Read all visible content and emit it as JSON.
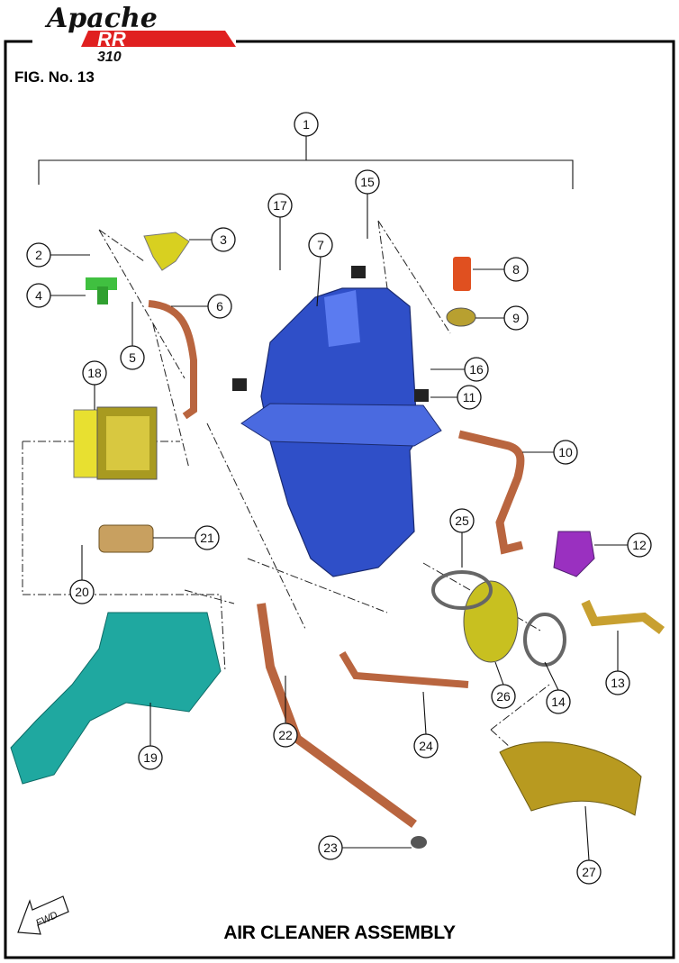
{
  "logo": {
    "brand": "Apache",
    "model": "RR",
    "number": "310"
  },
  "figure_label": "FIG. No. 13",
  "title": "AIR CLEANER ASSEMBLY",
  "fwd_label": "FWD",
  "callouts": [
    "1",
    "2",
    "3",
    "4",
    "5",
    "6",
    "7",
    "8",
    "9",
    "10",
    "11",
    "12",
    "13",
    "14",
    "15",
    "16",
    "17",
    "18",
    "19",
    "20",
    "21",
    "22",
    "23",
    "24",
    "25",
    "26",
    "27"
  ],
  "colors": {
    "airbox": "#3550c8",
    "hose": "#b9653f",
    "yellow": "#e8e030",
    "teal": "#1fa8a0",
    "purple": "#9a30c0",
    "olive": "#c8b830",
    "red": "#e02020"
  }
}
